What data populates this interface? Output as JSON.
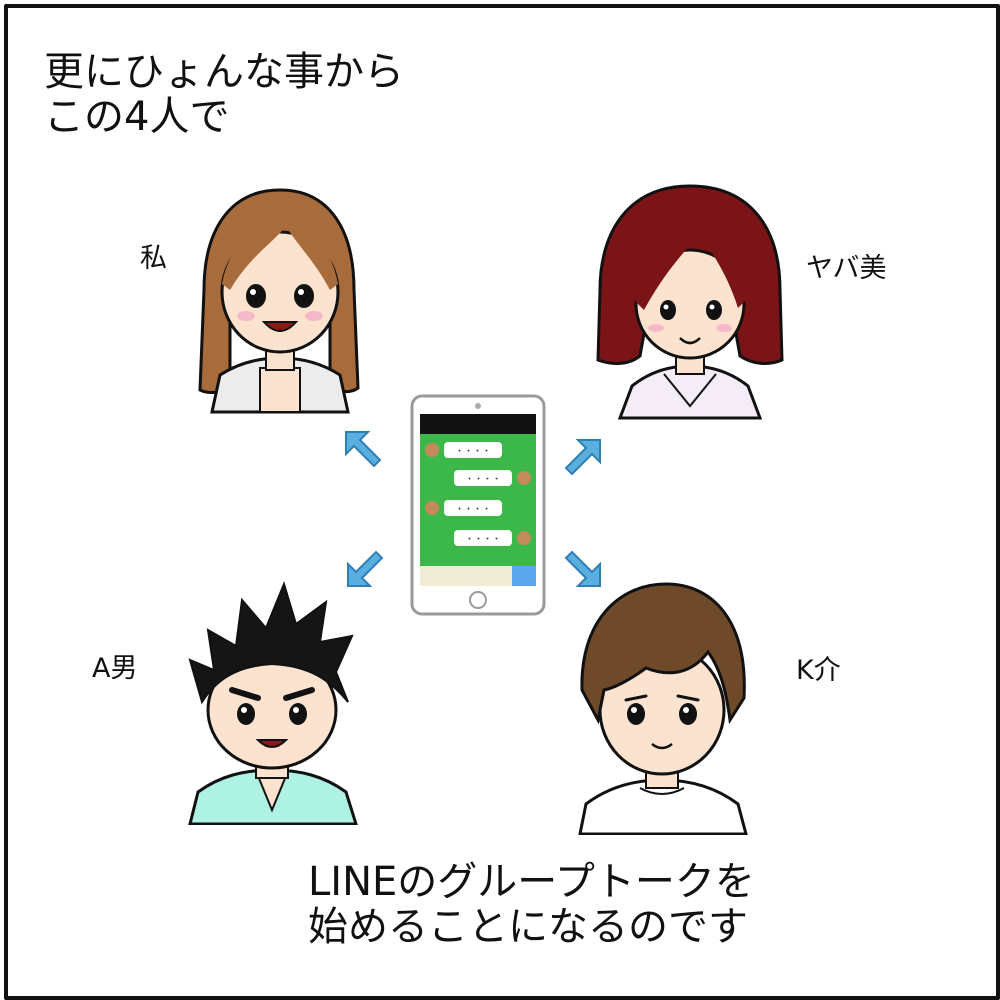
{
  "caption_top": "更にひょんな事から\nこの4人で",
  "caption_bottom": "LINEのグループトークを\n始めることになるのです",
  "people": {
    "me": "私",
    "yabami": "ヤバ美",
    "aotoko": "A男",
    "ksuke": "K介"
  },
  "phone": {
    "screen_color": "#3cb84a",
    "bubbles": [
      "・・・・",
      "・・・・",
      "・・・・",
      "・・・・"
    ]
  },
  "colors": {
    "arrow": "#5aaee0",
    "skin": "#fbe3cf",
    "hair_me": "#a86b3c",
    "hair_yabami": "#7a1416",
    "hair_aotoko": "#151515",
    "hair_ksuke": "#6e4a2a",
    "shirt_aotoko": "#aef2e4"
  },
  "icons": [
    "arrow-icon",
    "smartphone-icon",
    "avatar-icon"
  ]
}
